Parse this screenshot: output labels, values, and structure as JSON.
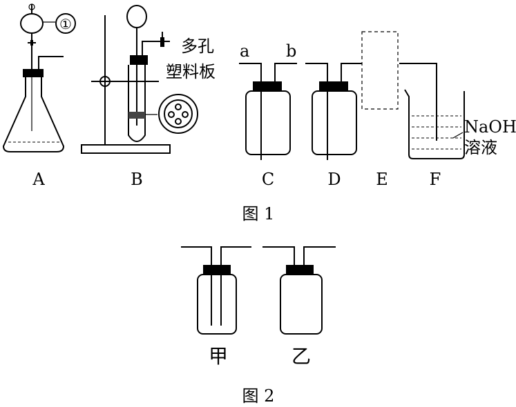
{
  "figure1": {
    "caption": "图 1",
    "marker_1": "①",
    "apparatus_labels": [
      "A",
      "B",
      "C",
      "D",
      "E",
      "F"
    ],
    "annotation_plate": [
      "多孔",
      "塑料板"
    ],
    "tube_ends": [
      "a",
      "b"
    ],
    "beaker_solution": [
      "NaOH",
      "溶液"
    ]
  },
  "figure2": {
    "caption": "图 2",
    "bottle_labels": [
      "甲",
      "乙"
    ]
  }
}
